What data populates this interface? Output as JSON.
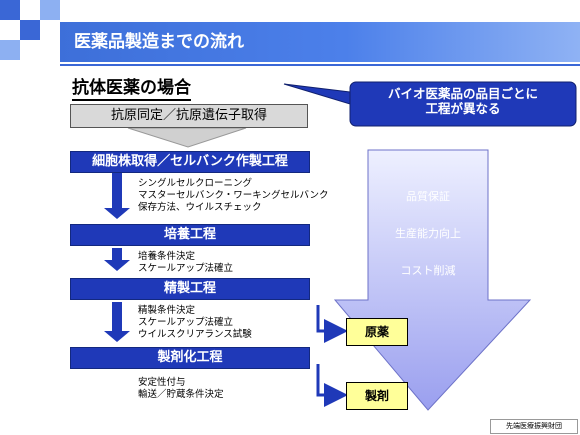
{
  "header": {
    "title": "医薬品製造までの流れ"
  },
  "subtitle": "抗体医薬の場合",
  "callout": {
    "lines": [
      "バイオ医薬品の品目ごとに",
      "工程が異なる"
    ]
  },
  "antigen_step": "抗原同定／抗原遺伝子取得",
  "steps": [
    {
      "label": "細胞株取得／セルバンク作製工程",
      "notes": [
        "シングルセルクローニング",
        "マスターセルバンク・ワーキングセルバンク",
        "保存方法、ウイルスチェック"
      ]
    },
    {
      "label": "培養工程",
      "notes": [
        "培養条件決定",
        "スケールアップ法確立"
      ]
    },
    {
      "label": "精製工程",
      "notes": [
        "精製条件決定",
        "スケールアップ法確立",
        "ウイルスクリアランス試験"
      ]
    },
    {
      "label": "製剤化工程",
      "notes": [
        "安定性付与",
        "輸送／貯蔵条件決定"
      ]
    }
  ],
  "outputs": {
    "drug_substance": "原薬",
    "drug_product": "製剤"
  },
  "big_arrow": {
    "labels": [
      "品質保証",
      "生産能力向上",
      "コスト削減"
    ]
  },
  "footer": "先端医療振興財団",
  "colors": {
    "header": "#4c80ea",
    "step": "#1f39b8",
    "result": "#ffff99",
    "big_arrow_top": "#eef0ff",
    "big_arrow_bottom": "#9a9fef"
  }
}
